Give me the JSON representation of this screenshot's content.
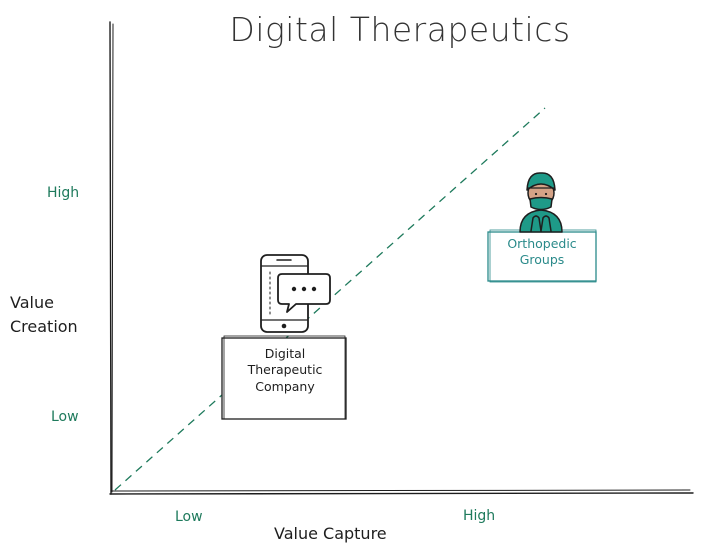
{
  "title": "Digital Therapeutics",
  "y_axis": {
    "label": "Value\nCreation",
    "tick_high": "High",
    "tick_low": "Low"
  },
  "x_axis": {
    "label": "Value Capture",
    "tick_low": "Low",
    "tick_high": "High"
  },
  "nodes": {
    "digital_therapeutic": {
      "label": "Digital\nTherapeutic\nCompany",
      "icon": "smartphone-chat-icon",
      "x_level": "Low",
      "y_level": "Low"
    },
    "orthopedic": {
      "label": "Orthopedic\nGroups",
      "icon": "surgeon-icon",
      "x_level": "High",
      "y_level": "High"
    }
  },
  "colors": {
    "accent": "#1e7a5c",
    "ink": "#1e1e1e",
    "box_teal": "#2a8a8a"
  }
}
